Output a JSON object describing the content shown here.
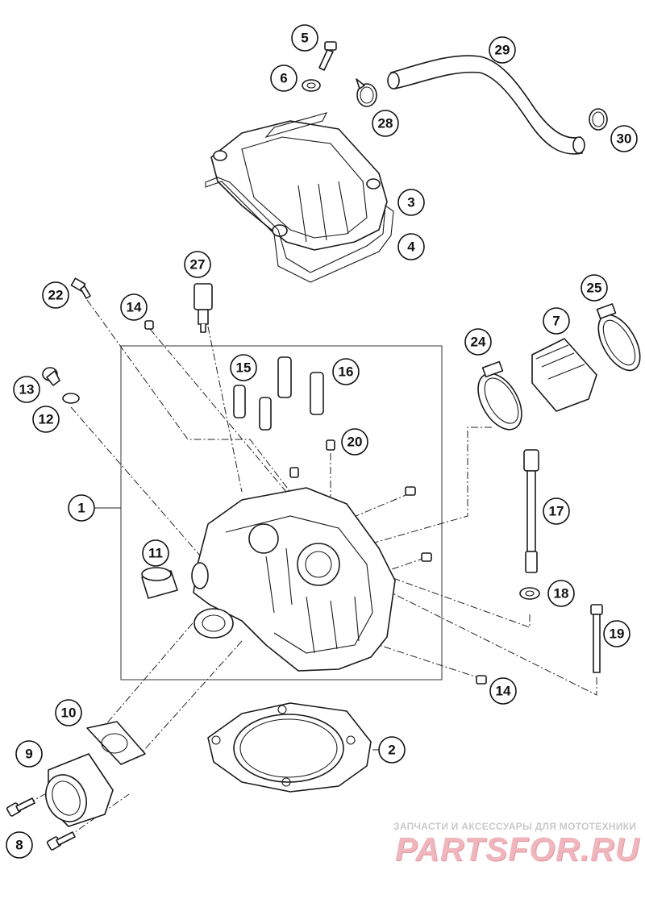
{
  "callouts": [
    {
      "id": "1",
      "label": "1"
    },
    {
      "id": "2",
      "label": "2"
    },
    {
      "id": "3",
      "label": "3"
    },
    {
      "id": "4",
      "label": "4"
    },
    {
      "id": "5",
      "label": "5"
    },
    {
      "id": "6",
      "label": "6"
    },
    {
      "id": "7",
      "label": "7"
    },
    {
      "id": "8",
      "label": "8"
    },
    {
      "id": "9",
      "label": "9"
    },
    {
      "id": "10",
      "label": "10"
    },
    {
      "id": "11",
      "label": "11"
    },
    {
      "id": "12",
      "label": "12"
    },
    {
      "id": "13",
      "label": "13"
    },
    {
      "id": "14a",
      "label": "14"
    },
    {
      "id": "14b",
      "label": "14"
    },
    {
      "id": "15",
      "label": "15"
    },
    {
      "id": "16",
      "label": "16"
    },
    {
      "id": "17",
      "label": "17"
    },
    {
      "id": "18",
      "label": "18"
    },
    {
      "id": "19",
      "label": "19"
    },
    {
      "id": "20",
      "label": "20"
    },
    {
      "id": "22",
      "label": "22"
    },
    {
      "id": "24",
      "label": "24"
    },
    {
      "id": "25",
      "label": "25"
    },
    {
      "id": "27",
      "label": "27"
    },
    {
      "id": "28",
      "label": "28"
    },
    {
      "id": "29",
      "label": "29"
    },
    {
      "id": "30",
      "label": "30"
    }
  ],
  "watermark": {
    "tagline": "ЗАПЧАСТИ И АКСЕССУАРЫ ДЛЯ МОТОТЕХНИКИ",
    "logo": "PARTSFOR.RU",
    "color": "#e8a0aa"
  }
}
